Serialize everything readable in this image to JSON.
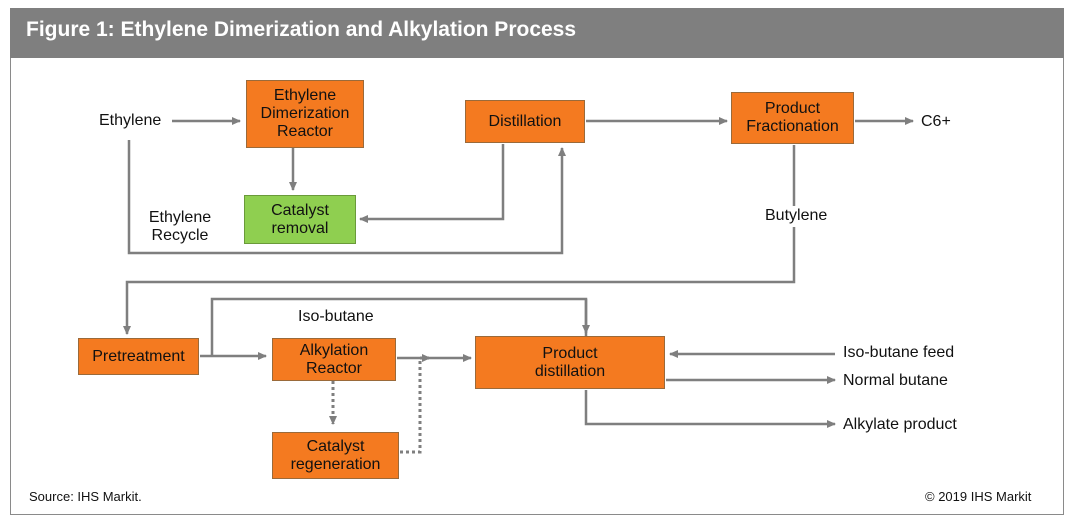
{
  "title": "Figure 1: Ethylene Dimerization and Alkylation Process",
  "colors": {
    "process_box": "#f47a20",
    "catalyst_removal_box": "#8fcf50",
    "title_bar": "#7f7f7f",
    "arrow": "#7f7f7f"
  },
  "nodes": {
    "dimerization_reactor": "Ethylene Dimerization Reactor",
    "catalyst_removal": "Catalyst removal",
    "distillation": "Distillation",
    "product_fractionation": "Product Fractionation",
    "pretreatment": "Pretreatment",
    "alkylation_reactor": "Alkylation Reactor",
    "catalyst_regeneration": "Catalyst regeneration",
    "product_distillation": "Product distillation"
  },
  "labels": {
    "ethylene": "Ethylene",
    "ethylene_recycle": "Ethylene Recycle",
    "c6_plus": "C6+",
    "butylene": "Butylene",
    "iso_butane": "Iso-butane",
    "iso_butane_feed": "Iso-butane feed",
    "normal_butane": "Normal butane",
    "alkylate_product": "Alkylate product"
  },
  "footer": {
    "source": "Source: IHS Markit.",
    "copyright": "© 2019 IHS Markit"
  }
}
